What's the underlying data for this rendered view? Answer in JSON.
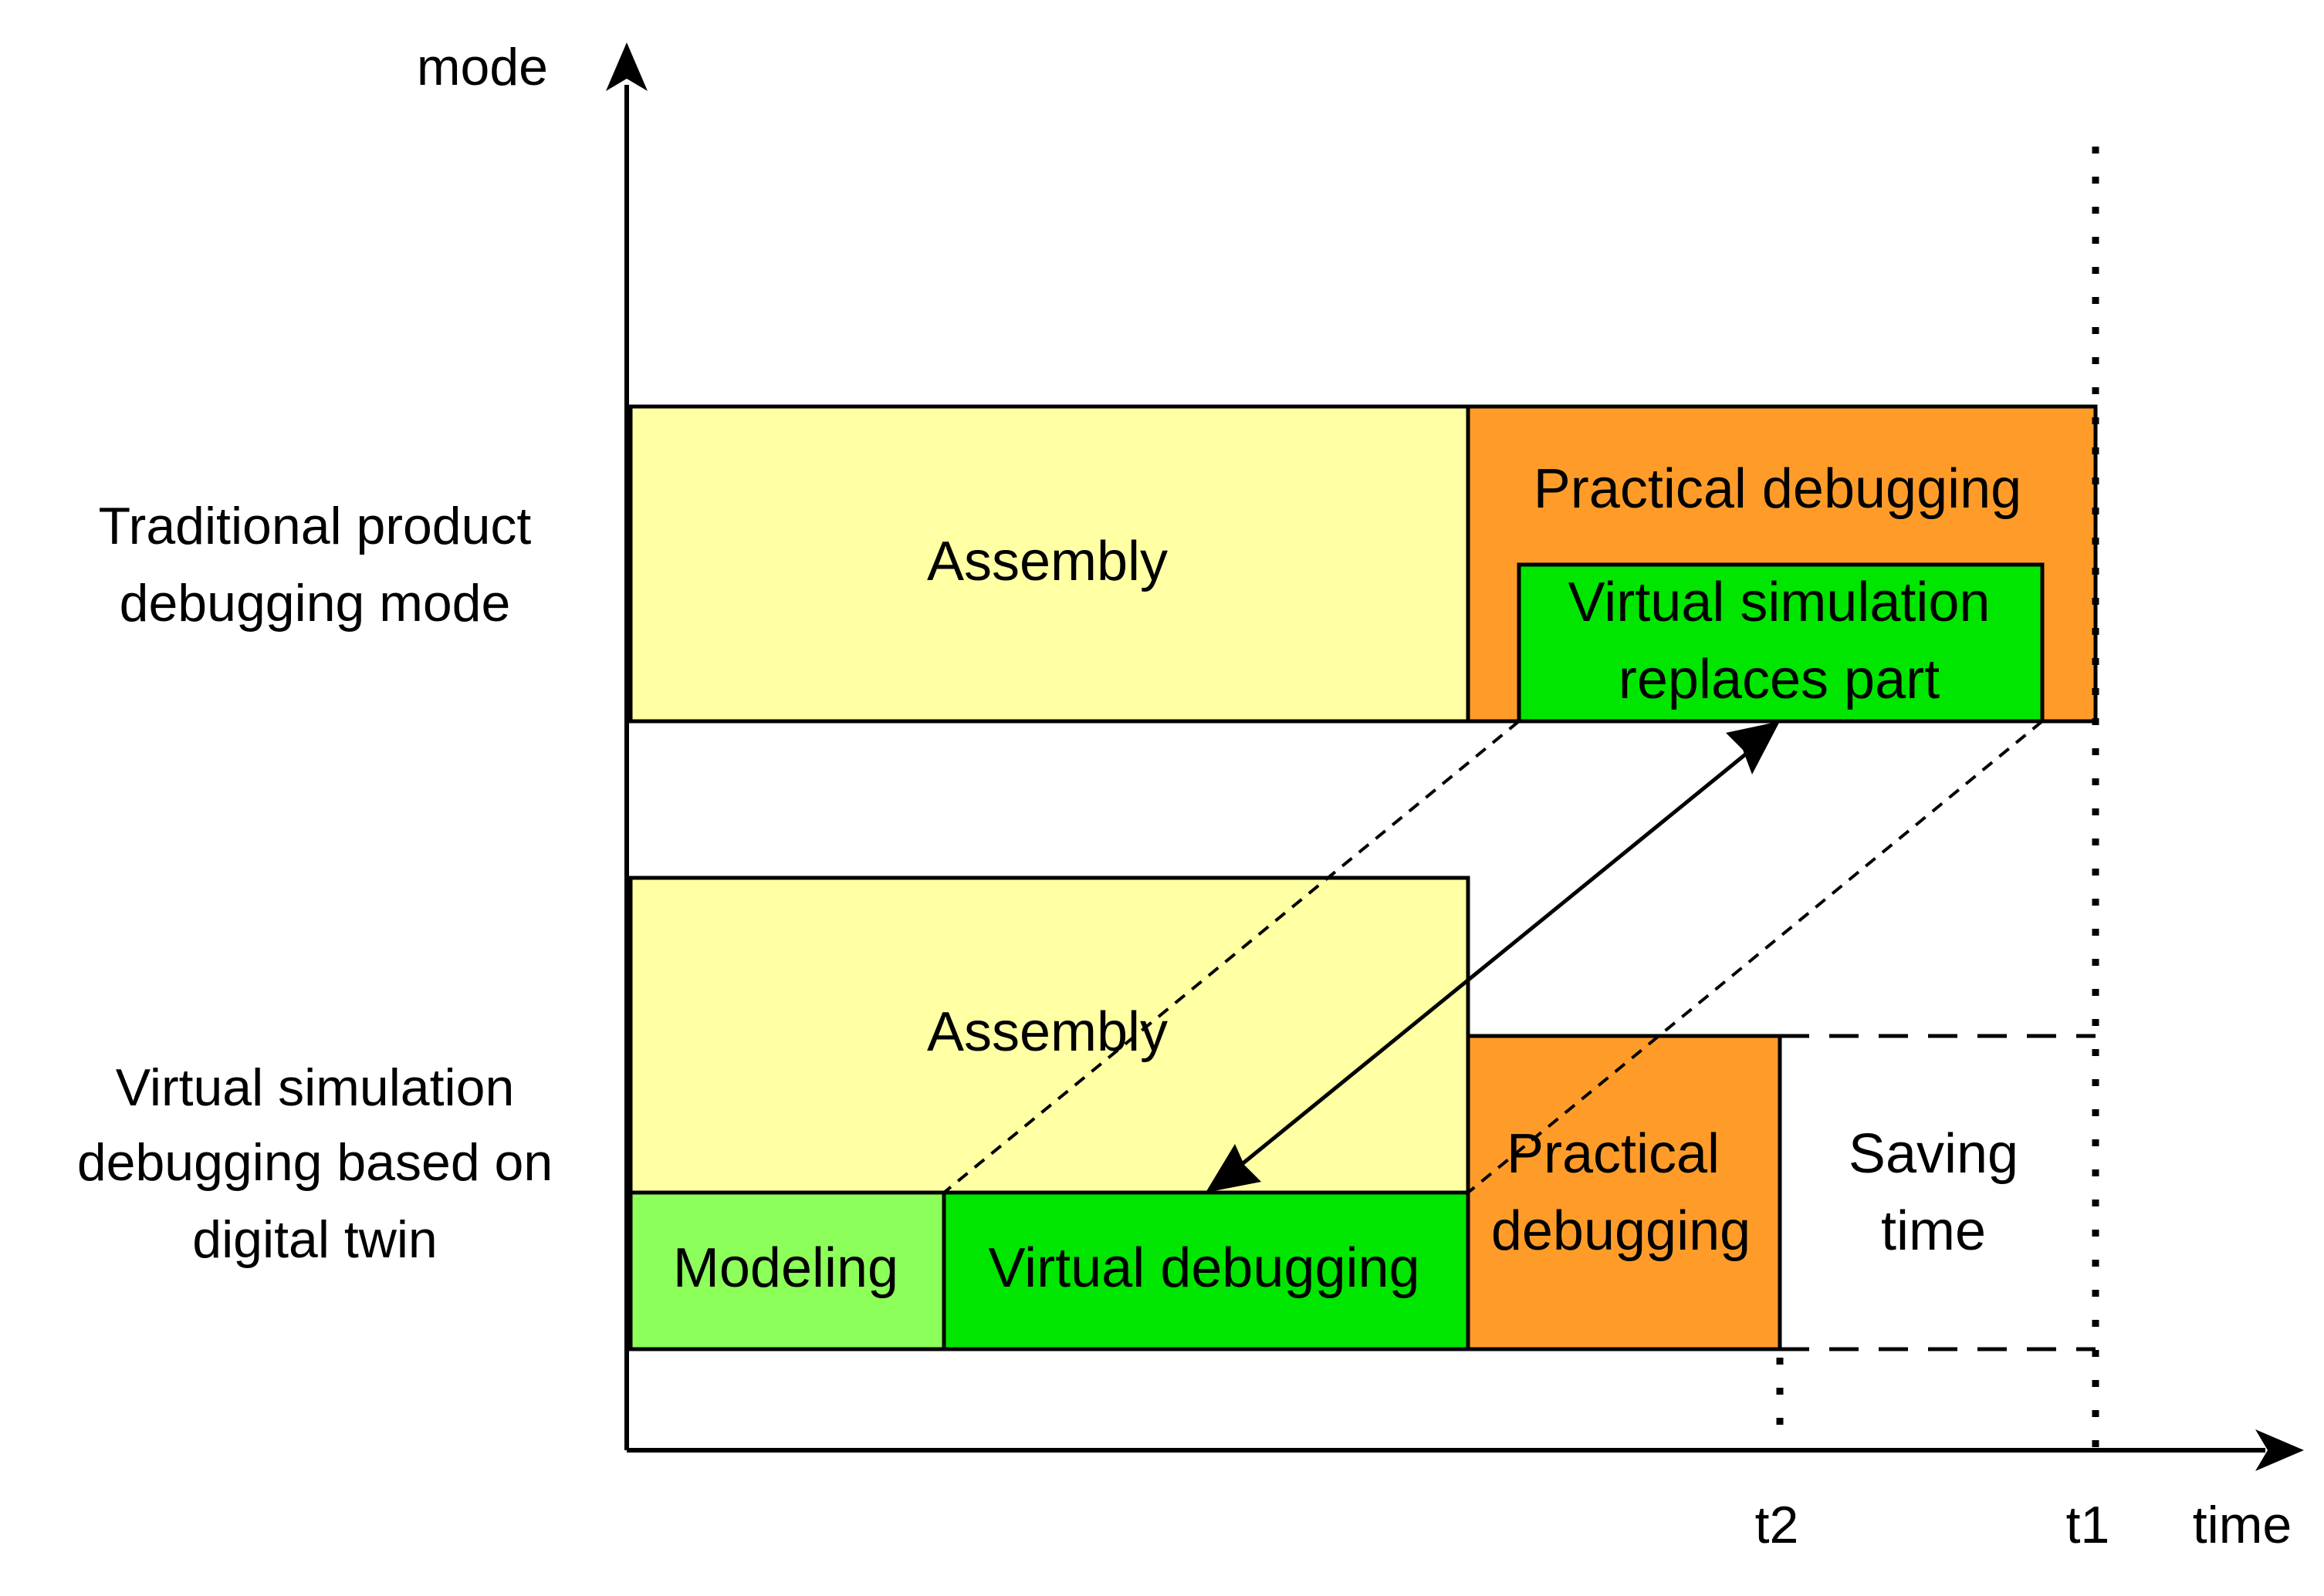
{
  "axes": {
    "y_label": "mode",
    "x_label": "time",
    "ticks": {
      "t2": "t2",
      "t1": "t1"
    }
  },
  "rows": {
    "traditional": {
      "line1": "Traditional product",
      "line2": "debugging mode"
    },
    "virtual": {
      "line1": "Virtual simulation",
      "line2": "debugging based on",
      "line3": "digital twin"
    }
  },
  "traditional_blocks": {
    "assembly": "Assembly",
    "practical_debugging": "Practical debugging",
    "replaces_line1": "Virtual simulation",
    "replaces_line2": "replaces part"
  },
  "virtual_blocks": {
    "assembly": "Assembly",
    "modeling": "Modeling",
    "virtual_debugging": "Virtual debugging",
    "practical_line1": "Practical",
    "practical_line2": "debugging",
    "saving_line1": "Saving",
    "saving_line2": "time"
  },
  "colors": {
    "assembly": "#FFFFA3",
    "practical": "#FF9C29",
    "virtual_green": "#00E600",
    "modeling_green": "#8CFF5A",
    "line": "#000000"
  }
}
